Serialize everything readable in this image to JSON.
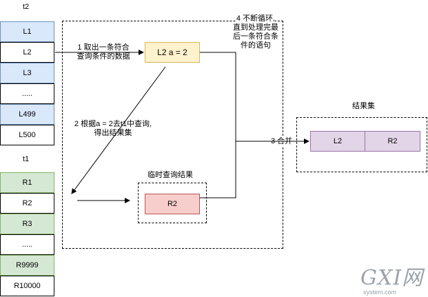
{
  "table_t2": {
    "title": "t2",
    "rows": [
      "L1",
      "L2",
      "L3",
      ".....",
      "L499",
      "L500"
    ]
  },
  "table_t1": {
    "title": "t1",
    "rows": [
      "R1",
      "R2",
      "R3",
      ".....",
      "R9999",
      "R10000"
    ]
  },
  "steps": {
    "step1": [
      "1 取出一条符合",
      "查询条件的数据"
    ],
    "step2": [
      "2 根据a = 2去t1中查询,",
      "得出结果集"
    ],
    "step3": "3 合并",
    "step4": [
      "4 不断循环,",
      "直到处理完最",
      "后一条符合条",
      "件的语句"
    ]
  },
  "current_row": "L2 a = 2",
  "temp_result": {
    "title": "临时查询结果",
    "value": "R2"
  },
  "result_set": {
    "title": "结果集",
    "left": "L2",
    "right": "R2"
  },
  "watermark": {
    "main": "GXI网",
    "sub": "system.com"
  },
  "colors": {
    "blue_fill": "#dae8fc",
    "blue_stroke": "#6c8ebf",
    "green_fill": "#d5e8d4",
    "green_stroke": "#82b366",
    "yellow_fill": "#fff2cc",
    "yellow_stroke": "#d6b656",
    "red_fill": "#f8cecc",
    "red_stroke": "#b85450",
    "purple_fill": "#e1d5e7",
    "purple_stroke": "#9673a6"
  }
}
